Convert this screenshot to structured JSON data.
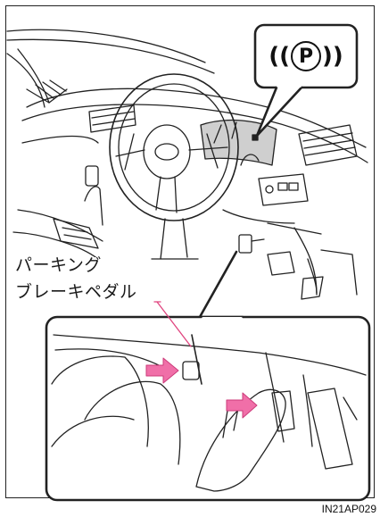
{
  "indicator": {
    "symbol": "P",
    "icon": "parking-brake-indicator-icon"
  },
  "labels": {
    "line1": "パーキング",
    "line2": "ブレーキペダル"
  },
  "figure_code": "IN21AP029",
  "colors": {
    "line": "#222222",
    "arrow": "#f06fa8",
    "leader": "#e0457f",
    "meter_gray": "#cfcfcf",
    "background": "#ffffff"
  }
}
